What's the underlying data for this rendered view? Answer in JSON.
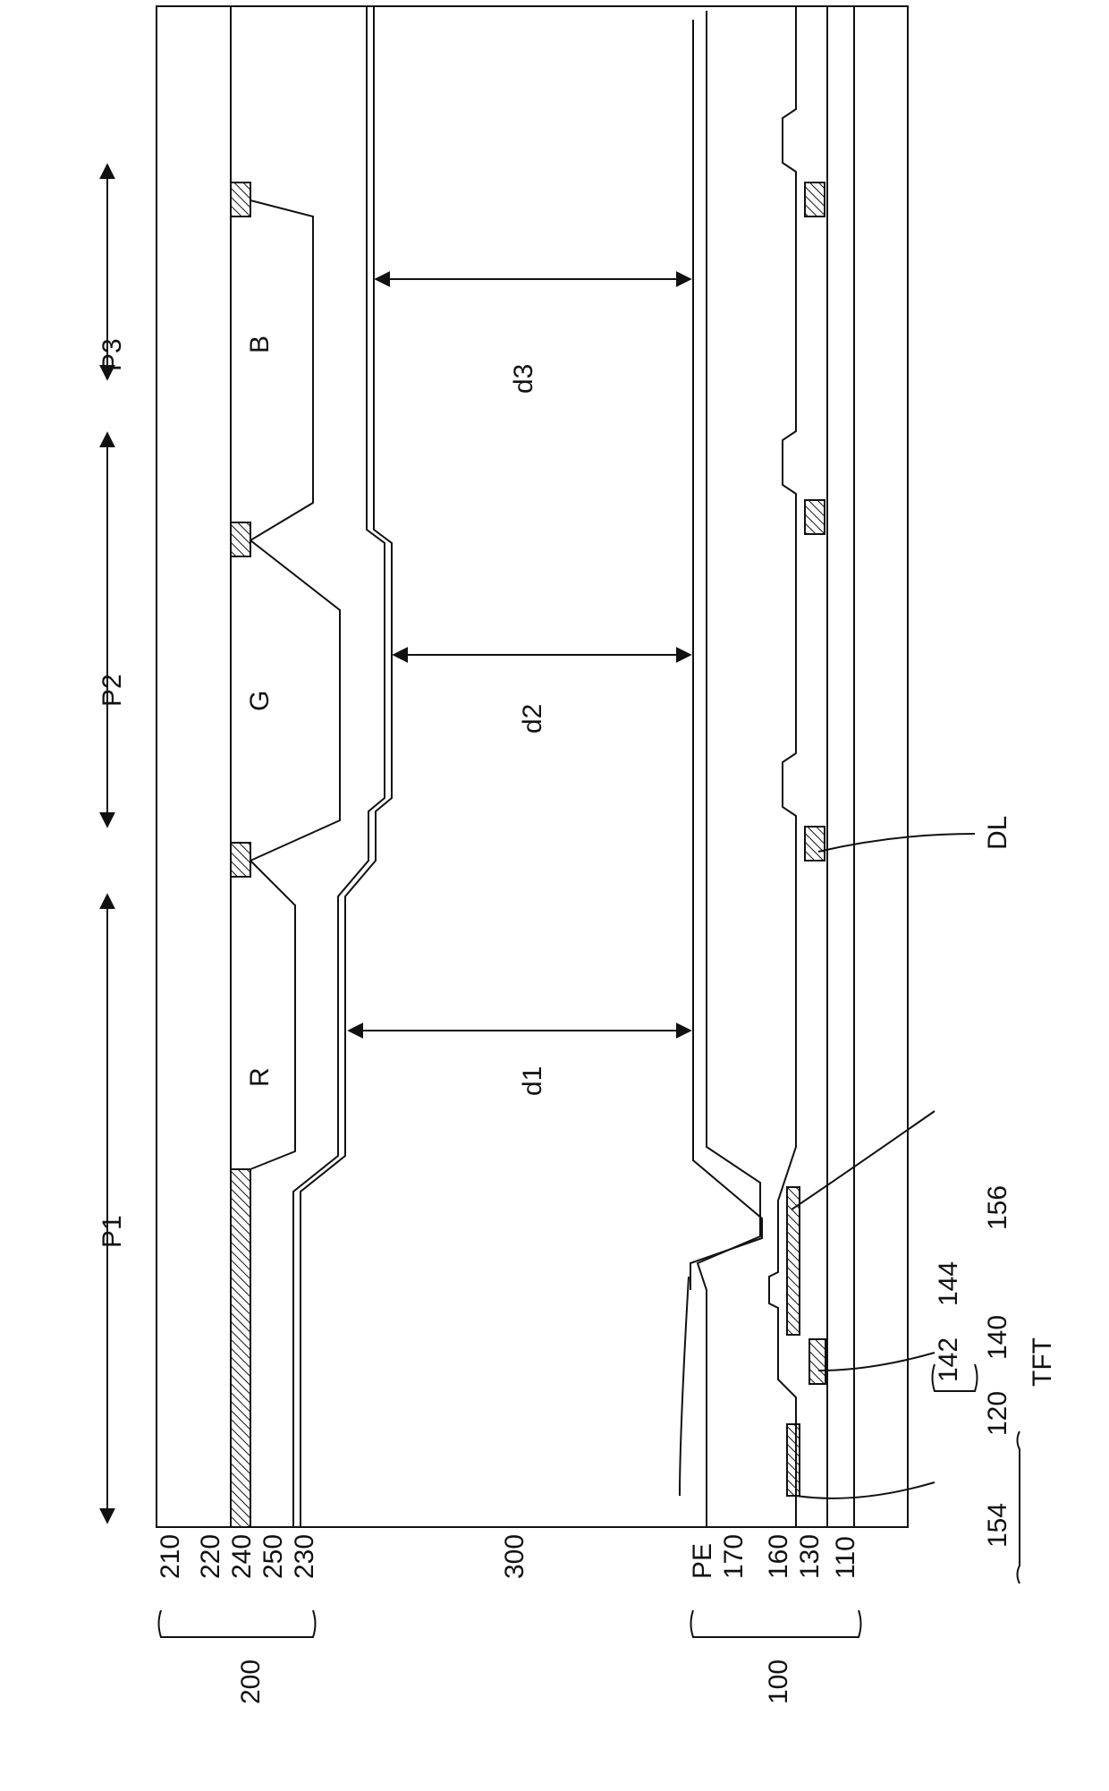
{
  "figure": {
    "substrate_labels": {
      "upper_group": "200",
      "lower_group": "100",
      "l210": "210",
      "l220": "220",
      "l240": "240",
      "l250": "250",
      "l230": "230",
      "l300": "300",
      "lPE": "PE",
      "l170": "170",
      "l160": "160",
      "l130": "130",
      "l110": "110"
    },
    "pixel_labels": {
      "p1": "P1",
      "p2": "P2",
      "p3": "P3"
    },
    "filter_labels": {
      "r": "R",
      "g": "G",
      "b": "B"
    },
    "gap_labels": {
      "d1": "d1",
      "d2": "d2",
      "d3": "d3"
    },
    "lower_labels": {
      "dl": "DL",
      "l156": "156",
      "l144": "144",
      "l142": "142",
      "l140": "140",
      "l120": "120",
      "l154": "154",
      "tft": "TFT"
    },
    "colors": {
      "ink": "#111111",
      "background": "#ffffff"
    }
  }
}
